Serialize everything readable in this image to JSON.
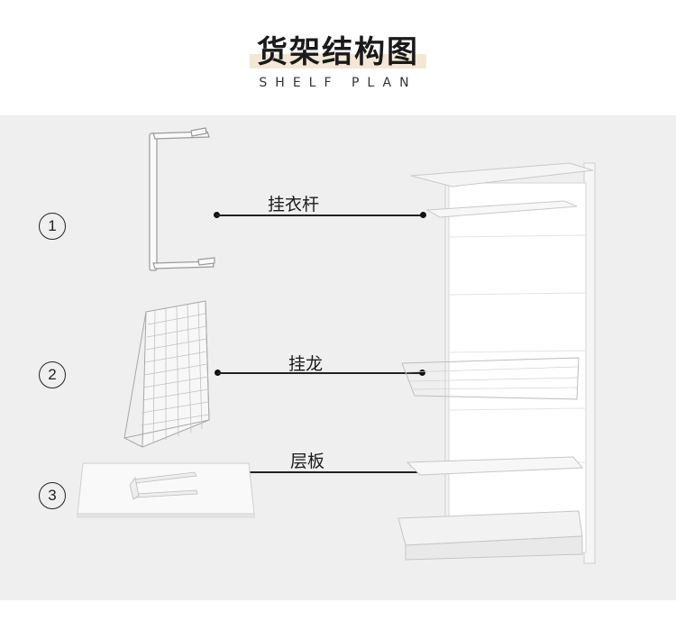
{
  "header": {
    "title": "货架结构图",
    "subtitle": "SHELF PLAN"
  },
  "parts": [
    {
      "number": "1",
      "label": "挂衣杆"
    },
    {
      "number": "2",
      "label": "挂龙"
    },
    {
      "number": "3",
      "label": "层板"
    }
  ],
  "colors": {
    "title_band": "#f3e8d6",
    "panel_bg": "#efefef",
    "line": "#222222"
  }
}
